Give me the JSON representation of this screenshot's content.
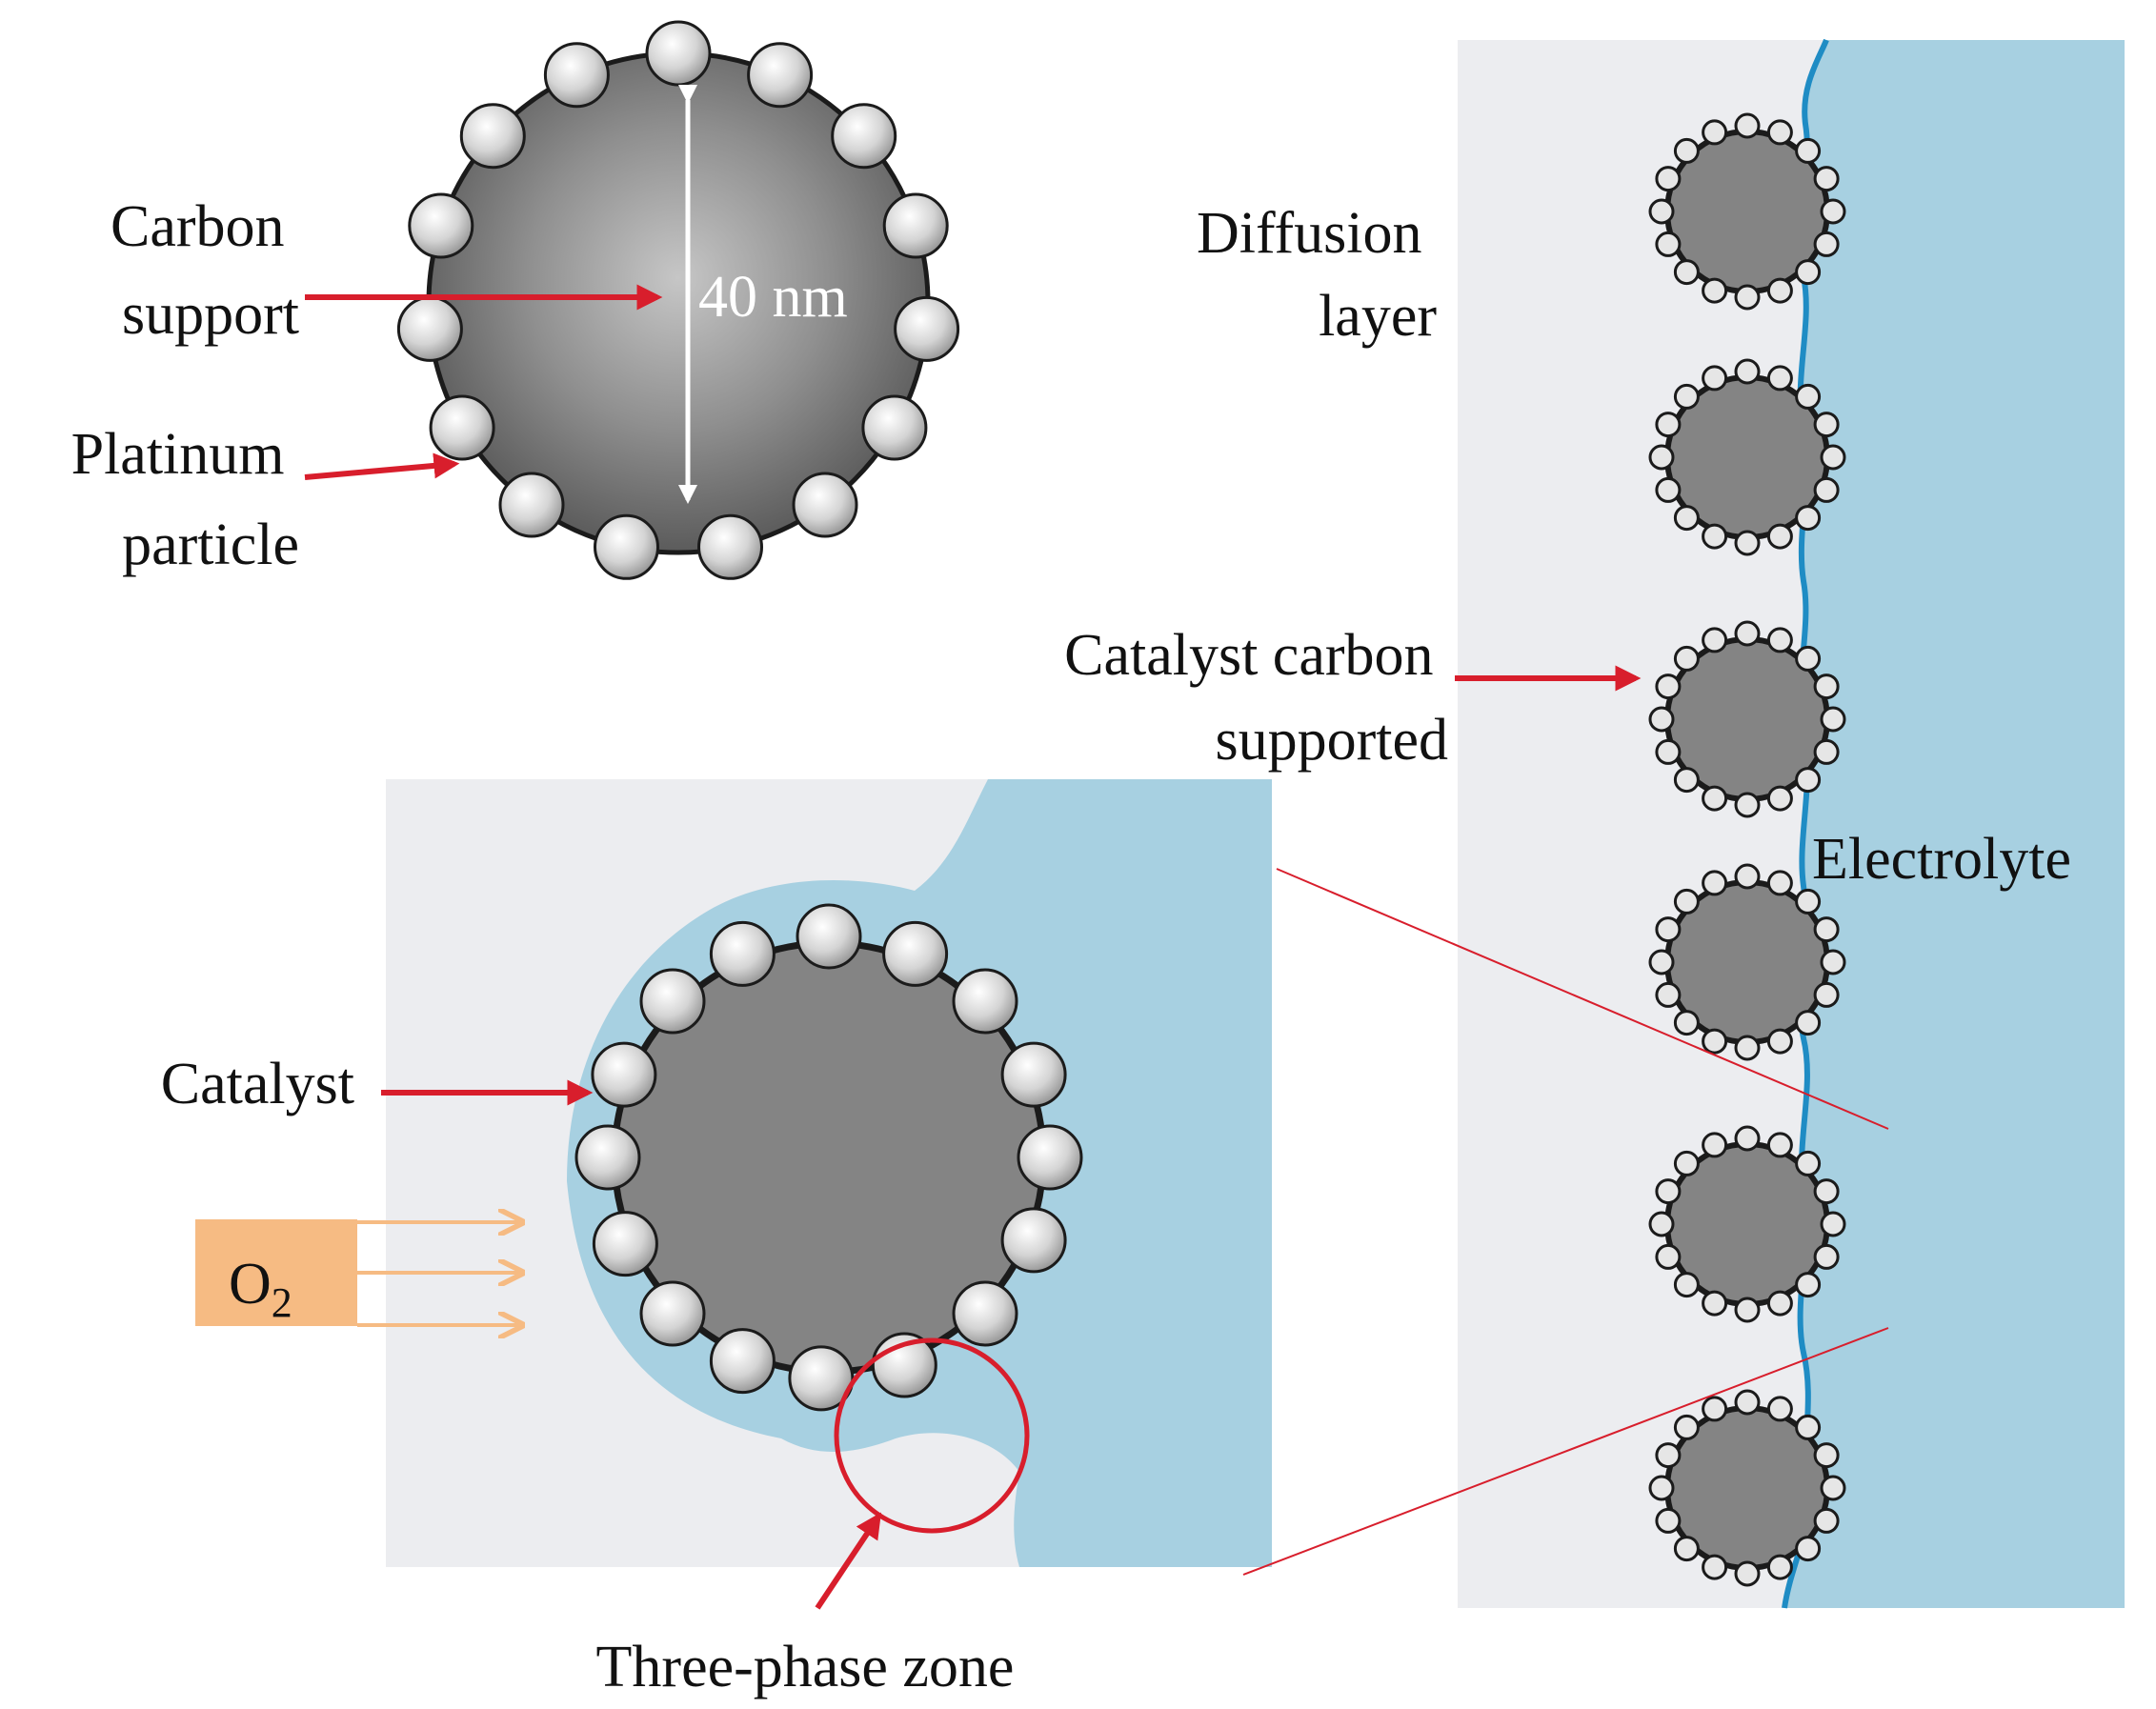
{
  "labels": {
    "carbon_support_line1": "Carbon",
    "carbon_support_line2": "support",
    "size": "40 nm",
    "platinum_line1": "Platinum",
    "platinum_line2": "particle",
    "diffusion_line1": "Diffusion",
    "diffusion_line2": "layer",
    "catalyst_carbon_line1": "Catalyst carbon",
    "catalyst_carbon_line2": "supported",
    "electrolyte": "Electrolyte",
    "catalyst": "Catalyst",
    "o2_main": "O",
    "o2_sub": "2",
    "three_phase": "Three-phase zone"
  },
  "colors": {
    "arrow_red": "#d81e2c",
    "carbon_gray": "#848484",
    "diffusion_bg": "#ecedf0",
    "electrolyte_blue": "#a7d0e1",
    "interface_line": "#1f8cc4",
    "o2_box": "#f6bb83",
    "o2_arrows": "#f6bb83"
  }
}
